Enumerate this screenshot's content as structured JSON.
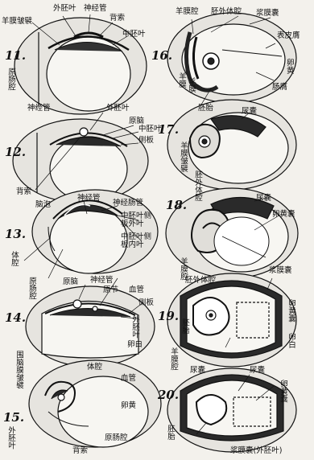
{
  "figures": [
    {
      "number": "11.",
      "labels": [
        "外胚叶",
        "神经管",
        "羊膜皱襞",
        "背索",
        "中胚叶",
        "原肠腔"
      ]
    },
    {
      "number": "12.",
      "labels": [
        "神经管",
        "外胚叶",
        "原脑",
        "中胚叶",
        "侧板",
        "背索"
      ]
    },
    {
      "number": "13.",
      "labels": [
        "脑泡",
        "神经管",
        "神经肠管",
        "中胚叶侧板外叶",
        "中胚叶侧板内叶",
        "体腔",
        "原肠腔"
      ]
    },
    {
      "number": "14.",
      "labels": [
        "原脑",
        "神经管",
        "原节",
        "血管",
        "侧板",
        "外胚叶",
        "卵白"
      ]
    },
    {
      "number": "15.",
      "labels": [
        "围脑膜皱襞",
        "体腔",
        "血管",
        "卵黄",
        "外胚叶",
        "背索",
        "原肠腔"
      ]
    },
    {
      "number": "16.",
      "labels": [
        "羊膜腔",
        "胚外体腔",
        "浆膜囊",
        "表皮膺",
        "卵黄",
        "羊膜",
        "羊膜",
        "肠膺",
        "胚胎"
      ]
    },
    {
      "number": "17.",
      "labels": [
        "尿囊",
        "羊膜皱襞",
        "胚外体腔"
      ]
    },
    {
      "number": "18.",
      "labels": [
        "尿囊",
        "卵黄囊",
        "羊膜腔",
        "胚外体腔"
      ]
    },
    {
      "number": "19.",
      "labels": [
        "浆膜囊",
        "卵黄囊",
        "卵白",
        "胚胎",
        "羊膜腔",
        "尿囊"
      ]
    },
    {
      "number": "20.",
      "labels": [
        "尿囊",
        "卵黄囊",
        "胚胎",
        "浆膜囊(外胚叶)"
      ]
    }
  ]
}
